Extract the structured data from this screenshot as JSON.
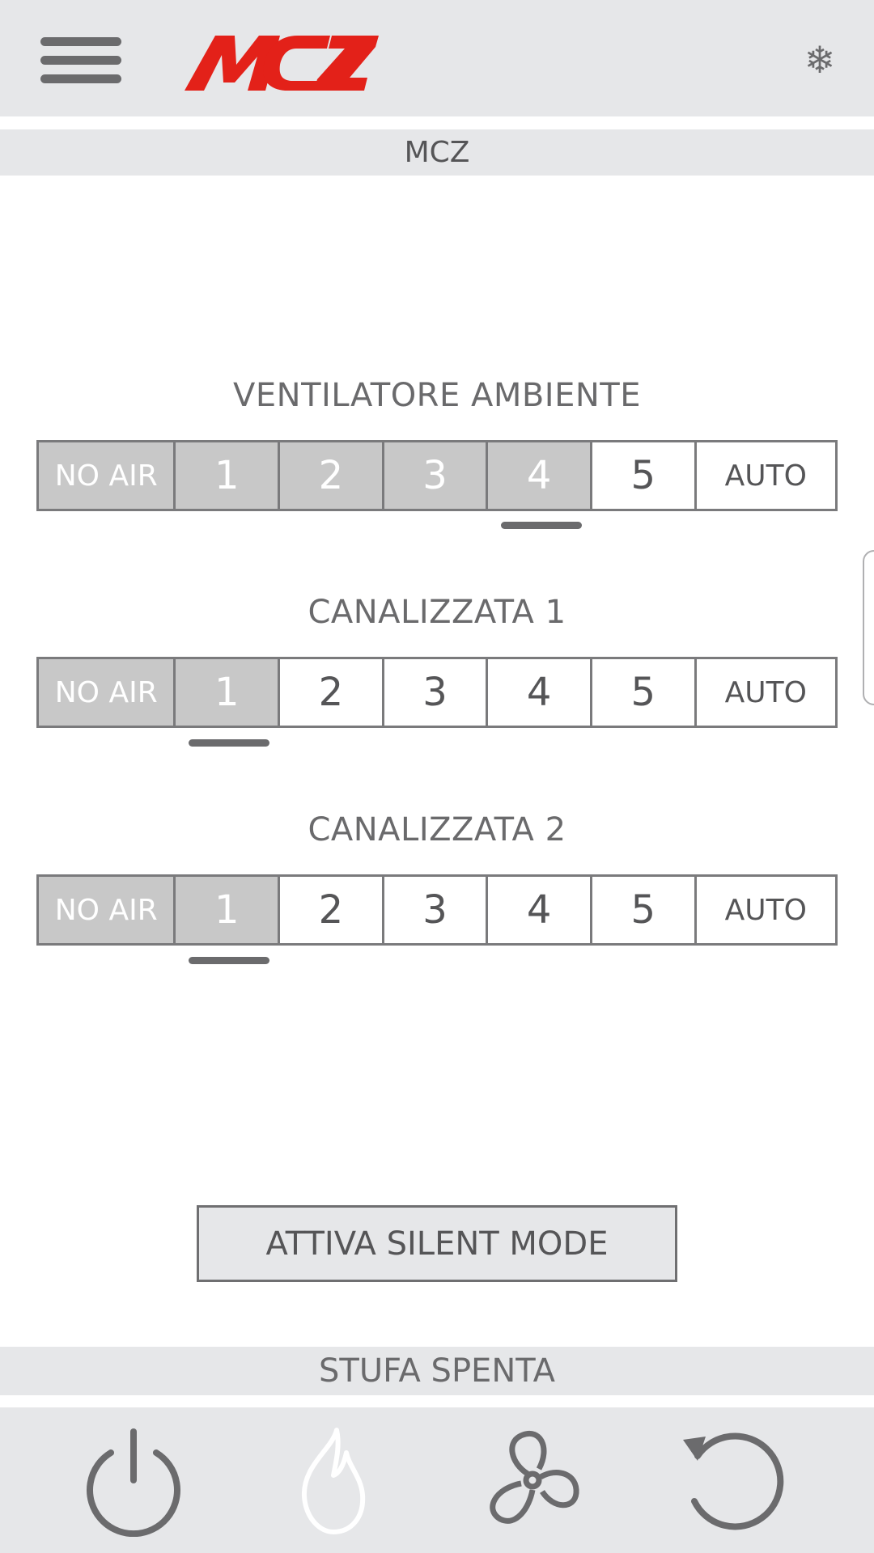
{
  "header": {
    "brand": "MCZ",
    "menu_icon": "hamburger-menu-icon",
    "right_icon": "snowflake-icon",
    "snow_glyph": "❄"
  },
  "device_name": "MCZ",
  "fans": [
    {
      "title": "VENTILATORE AMBIENTE",
      "options": [
        "NO AIR",
        "1",
        "2",
        "3",
        "4",
        "5",
        "AUTO"
      ],
      "selected": "4"
    },
    {
      "title": "CANALIZZATA 1",
      "options": [
        "NO AIR",
        "1",
        "2",
        "3",
        "4",
        "5",
        "AUTO"
      ],
      "selected": "1"
    },
    {
      "title": "CANALIZZATA 2",
      "options": [
        "NO AIR",
        "1",
        "2",
        "3",
        "4",
        "5",
        "AUTO"
      ],
      "selected": "1"
    }
  ],
  "silent_button": "ATTIVA SILENT MODE",
  "status": "STUFA SPENTA",
  "bottom_nav": [
    "power-icon",
    "flame-icon",
    "fan-icon",
    "refresh-icon"
  ],
  "colors": {
    "brand_red": "#e32119",
    "panel_gray": "#e6e7e9",
    "selected_fill": "#c8c8c8",
    "icon_gray": "#6b6b6d"
  }
}
